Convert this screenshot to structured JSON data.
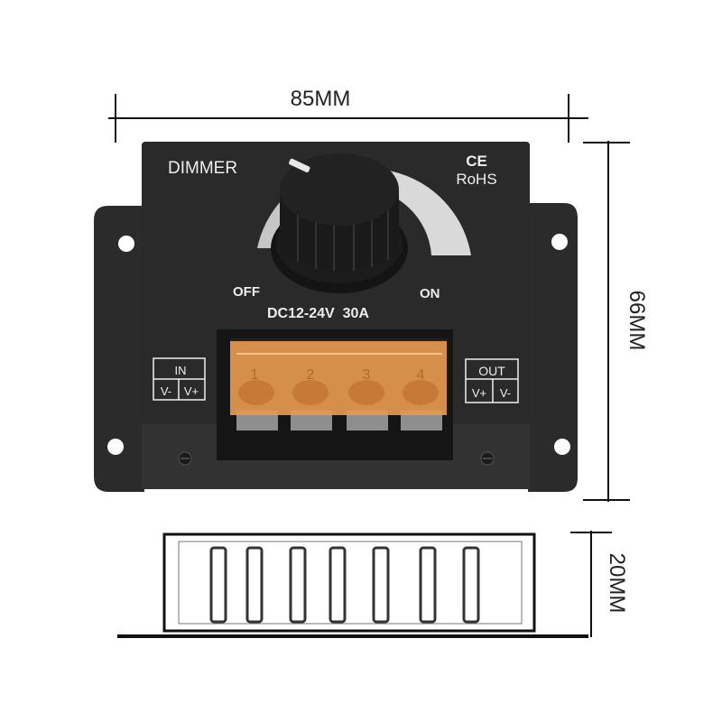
{
  "dimensions": {
    "width_label": "85MM",
    "height_label": "66MM",
    "depth_label": "20MM"
  },
  "device": {
    "title": "DIMMER",
    "ce_mark": "CE",
    "rohs": "RoHS",
    "off_label": "OFF",
    "on_label": "ON",
    "rating": "DC12-24V  30A",
    "input": {
      "title": "IN",
      "pins": [
        "V-",
        "V+"
      ]
    },
    "output": {
      "title": "OUT",
      "pins": [
        "V+",
        "V-"
      ]
    },
    "terminals": [
      "1",
      "2",
      "3",
      "4"
    ]
  },
  "colors": {
    "body": "#2a2a2b",
    "terminal_cover": "#e79a4f",
    "dimension_line": "#111111"
  }
}
